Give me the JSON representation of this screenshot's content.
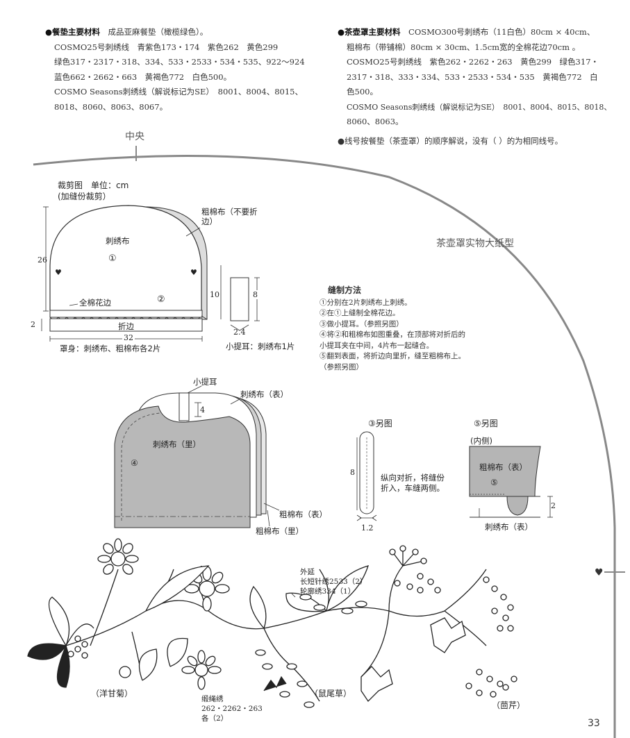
{
  "left_materials": {
    "heading": "●餐垫主要材料",
    "heading_rest": "成品亚麻餐垫（橄榄绿色）。",
    "lines": [
      "COSMO25号刺绣线　青紫色173・174　紫色262　黄色299",
      "绿色317・2317・318、334、533・2533・534・535、922〜924",
      "蓝色662・2662・663　黄褐色772　白色500。",
      "COSMO Seasons刺绣线（解说标记为SE）　8001、8004、8015、",
      "8018、8060、8063、8067。"
    ]
  },
  "right_materials": {
    "heading": "●茶壶罩主要材料",
    "heading_rest": "COSMO300号刺绣布（11白色）80cm × 40cm、",
    "lines": [
      "粗棉布（带铺棉）80cm × 30cm、1.5cm宽的全棉花边70cm 。",
      "COSMO25号刺绣线　紫色262・2262・263　黄色299　绿色317・",
      "2317・318、333・334、533・2533・534・535　黄褐色772　白",
      "色500。",
      "COSMO Seasons刺绣线（解说标记为SE）　8001、8004、8015、8018、",
      "8060、8063。"
    ],
    "note": "●线号按餐垫（茶壶罩）的顺序解说，没有（ ）的为相同线号。"
  },
  "center_label": "中央",
  "pattern_title": "茶壶罩实物大纸型",
  "cutting": {
    "title": "裁剪图　单位：cm",
    "subtitle": "(加缝份裁剪）",
    "label_cotton": "粗棉布（不要折",
    "label_cotton2": "边）",
    "label_embroidery": "刺绣布",
    "num1": "①",
    "lace": "全棉花边",
    "num2": "②",
    "fold": "折边",
    "dim_26": "26",
    "dim_2": "2",
    "dim_32": "32",
    "dim_10": "10",
    "body_note": "罩身：刺绣布、粗棉布各2片",
    "dim_8": "8",
    "dim_24": "2.4",
    "ear_note": "小提耳：刺绣布1片"
  },
  "sewing": {
    "title": "缝制方法",
    "steps": [
      "①分别在2片刺绣布上刺绣。",
      "②在①上缝制全棉花边。",
      "③做小提耳。（参照另图）",
      "④将②和粗棉布如图重叠，在顶部将对折后的",
      "小提耳夹在中间，4片布一起缝合。",
      "⑤翻到表面，将折边向里折，缝至粗棉布上。",
      "（参照另图）"
    ]
  },
  "assembly": {
    "ear": "小提耳",
    "emb_front": "刺绣布（表）",
    "four": "4",
    "emb_back": "刺绣布（里）",
    "step4": "④",
    "cot_front": "粗棉布（表）",
    "cot_back": "粗棉布（里）"
  },
  "fig3": {
    "title": "③另图",
    "dim_8": "8",
    "note1": "纵向对折，将缝份",
    "note2": "折入，车缝两侧。",
    "dim_12": "1.2"
  },
  "fig5": {
    "title": "⑤另图",
    "inside": "(内侧)",
    "cotton": "粗棉布（表）",
    "num5": "⑤",
    "dim_2": "2",
    "emb": "刺绣布（表）"
  },
  "embroidery": {
    "outline1": "外延",
    "outline2": "长短针绣2533（2）",
    "outline3": "轮廓绣334（1）",
    "chamomile": "（洋甘菊）",
    "sage": "（鼠尾草）",
    "fennel": "（茴芹）",
    "satin1": "缎绳绣",
    "satin2": "262・2262・263",
    "satin3": "各（2）"
  },
  "page_number": "33"
}
